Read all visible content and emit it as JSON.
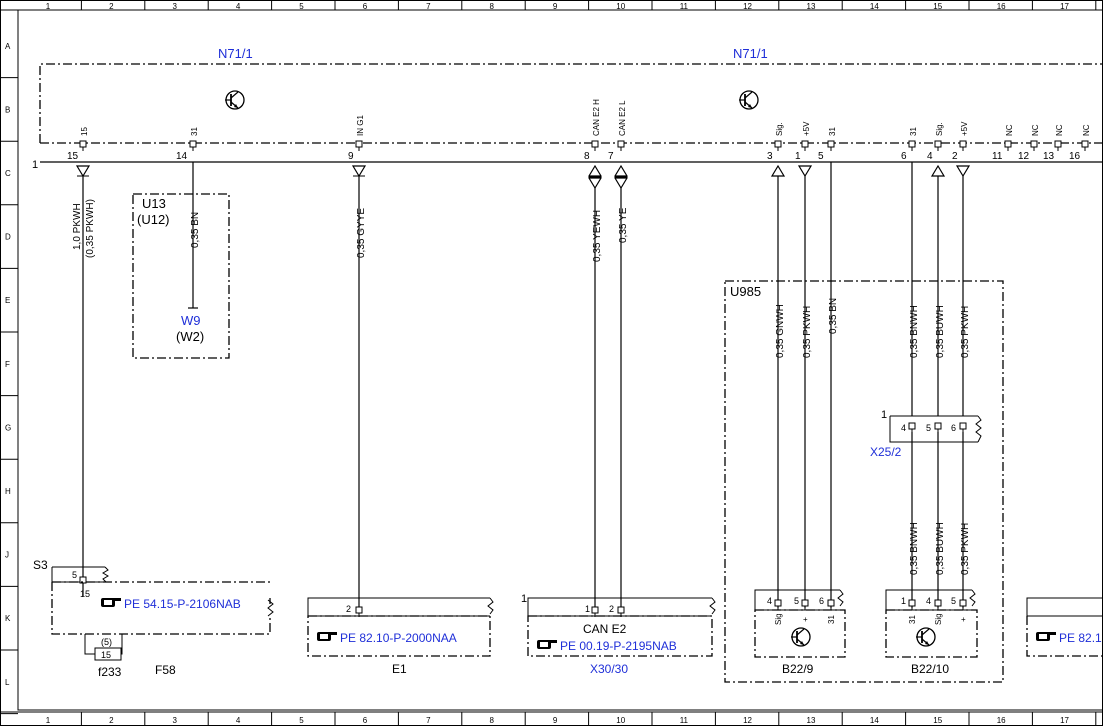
{
  "grid": {
    "columns": [
      "1",
      "2",
      "3",
      "4",
      "5",
      "6",
      "7",
      "8",
      "9",
      "10",
      "11",
      "12",
      "13",
      "14",
      "15",
      "16",
      "17"
    ],
    "rows": [
      "A",
      "B",
      "C",
      "D",
      "E",
      "F",
      "G",
      "H",
      "J",
      "K",
      "L"
    ]
  },
  "colors": {
    "link_blue": "#1f2fd8",
    "ink": "#000000"
  },
  "icons": [
    "transistor-icon",
    "hand-pointer-icon"
  ],
  "modules": {
    "n71_1_left": "N71/1",
    "n71_1_right": "N71/1",
    "u13": "U13",
    "u12": "(U12)",
    "w9": "W9",
    "w2": "(W2)",
    "u985": "U985",
    "s3": "S3",
    "f58": "F58",
    "f233": "f233",
    "e1": "E1",
    "can_e2": "CAN E2",
    "x30_30": "X30/30",
    "b22_9": "B22/9",
    "b22_10": "B22/10",
    "x25_2": "X25/2"
  },
  "pins": {
    "p15": {
      "num": "15",
      "sig": "15"
    },
    "p14": {
      "num": "14",
      "sig": "31"
    },
    "p9": {
      "num": "9",
      "sig": "IN G1"
    },
    "p8": {
      "num": "8",
      "sig": "CAN E2 H"
    },
    "p7": {
      "num": "7",
      "sig": "CAN E2 L"
    },
    "p3": {
      "num": "3",
      "sig": "Sig."
    },
    "p1": {
      "num": "1",
      "sig": "+5V"
    },
    "p5": {
      "num": "5",
      "sig": "31"
    },
    "p6": {
      "num": "6",
      "sig": "31"
    },
    "p4": {
      "num": "4",
      "sig": "Sig."
    },
    "p2": {
      "num": "2",
      "sig": "+5V"
    },
    "p11": {
      "num": "11",
      "sig": "NC"
    },
    "p12": {
      "num": "12",
      "sig": "NC"
    },
    "p13": {
      "num": "13",
      "sig": "NC"
    },
    "p16": {
      "num": "16",
      "sig": "NC"
    },
    "conn": "1"
  },
  "wires": {
    "w15": "1,0 PKWH",
    "w15b": "(0,35 PKWH)",
    "w14": "0,35 BN",
    "w9": "0,35 GYYE",
    "w8": "0,35 YEWH",
    "w7": "0,35 YE",
    "w3": "0,35 GNWH",
    "w1": "0,35 PKWH",
    "w5": "0,35 BN",
    "w6a": "0,35 BNWH",
    "w4a": "0,35 BUWH",
    "w2a": "0,35 PKWH",
    "w6b": "0,35 BNWH",
    "w4b": "0,35 BUWH",
    "w2b": "0,35 PKWH"
  },
  "refs": {
    "r1": "PE 54.15-P-2106NAB",
    "r2": "PE 82.10-P-2000NAA",
    "r3": "PE 00.19-P-2195NAB",
    "r4": "PE 82.1"
  },
  "small": {
    "s3_pin5": "5",
    "s3_pin15": "15",
    "f58_5": "(5)",
    "f58_15": "15",
    "e1_pin": "2",
    "can_pin1": "1",
    "can_pin2": "2",
    "can_conn": "1",
    "b229_p4": "4",
    "b229_p5": "5",
    "b229_p6": "6",
    "b229_sig": "Sig",
    "b229_plus": "+",
    "b229_31": "31",
    "b2210_p1": "1",
    "b2210_p4": "4",
    "b2210_p5": "5",
    "b2210_31": "31",
    "b2210_sig": "Sig",
    "b2210_plus": "+",
    "x252_conn": "1",
    "x252_p4": "4",
    "x252_p5": "5",
    "x252_p6": "6"
  }
}
